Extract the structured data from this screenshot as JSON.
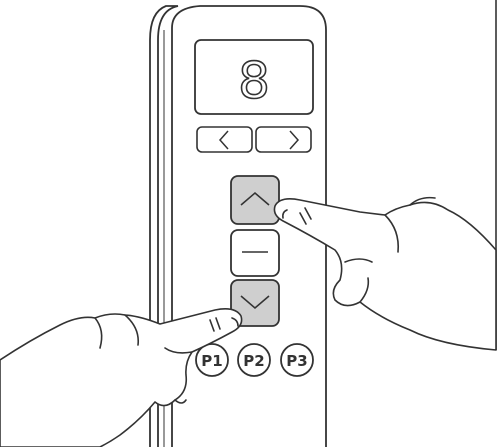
{
  "display": {
    "digit": "8"
  },
  "nav": {
    "left_icon": "chevron-left-icon",
    "right_icon": "chevron-right-icon"
  },
  "controls": {
    "up_icon": "chevron-up-icon",
    "stop_icon": "stop-dash-icon",
    "down_icon": "chevron-down-icon",
    "pressed": [
      "up",
      "down"
    ]
  },
  "presets": {
    "p1": "P1",
    "p2": "P2",
    "p3": "P3"
  },
  "colors": {
    "stroke": "#333333",
    "pressed_fill": "#cfcfcf",
    "body_fill": "#ffffff"
  }
}
